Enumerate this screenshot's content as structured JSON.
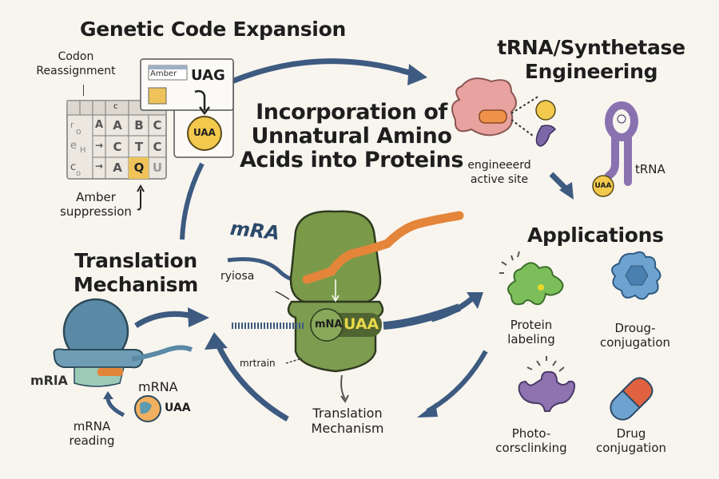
{
  "title": "Incorporation of Unnatural Amino Acids into Proteins",
  "sections": {
    "genetic_code": {
      "heading": "Genetic Code Expansion",
      "codon_reassignment_label": "Codon\nReassignment",
      "amber_suppression_label": "Amber\nsuppression",
      "amber_box_label": "Amber",
      "stop_codon": "UAG",
      "uaa_label": "UAA",
      "table": {
        "header": [
          "",
          "",
          "",
          "c",
          "",
          ""
        ],
        "side_letters": [
          "r",
          "o",
          "e",
          "H",
          "c",
          "o"
        ],
        "rows": [
          [
            "A",
            "A",
            "B",
            "C"
          ],
          [
            "→",
            "C",
            "T",
            "C"
          ],
          [
            "→",
            "A",
            "Q",
            "U"
          ]
        ],
        "highlight_cell": "Q"
      }
    },
    "trna": {
      "heading": "tRNA/Synthetase\nEngineering",
      "active_site_label": "engineeerd\nactive site",
      "trna_label": "tRNA",
      "uaa_label": "UAA"
    },
    "translation_left": {
      "heading": "Translation\nMechanism",
      "mria_label": "mRlA",
      "mrna_label": "mRNA",
      "uaa_label": "UAA",
      "reading_label": "mRNA\nreading"
    },
    "center": {
      "mra_label": "mRA",
      "ryiosa_label": "ryiosa",
      "mna_label": "mNA",
      "uaa_label": "UAA",
      "mrtrain_label": "mrtrain",
      "translation_label": "Translation\nMechanism"
    },
    "applications": {
      "heading": "Applications",
      "items": [
        {
          "label": "Protein\nlabeling",
          "icon": "green-protein-icon",
          "color": "#7cbf5a"
        },
        {
          "label": "Droug-\nconjugation",
          "icon": "blue-gear-protein-icon",
          "color": "#6fa3cf"
        },
        {
          "label": "Photo-\ncorsclinking",
          "icon": "purple-protein-icon",
          "color": "#8f72b0"
        },
        {
          "label": "Drug\nconjugation",
          "icon": "capsule-icon",
          "color": "#e0623e"
        }
      ]
    }
  },
  "colors": {
    "background": "#f8f5ef",
    "arrow": "#3d5a80",
    "ribosome_green": "#7a9a4a",
    "ribosome_blue": "#5b8aa6",
    "uaa_yellow": "#f2c94c",
    "peptide_orange": "#e4853a",
    "synthetase_pink": "#e8a3a0",
    "trna_purple": "#8a72b0"
  }
}
